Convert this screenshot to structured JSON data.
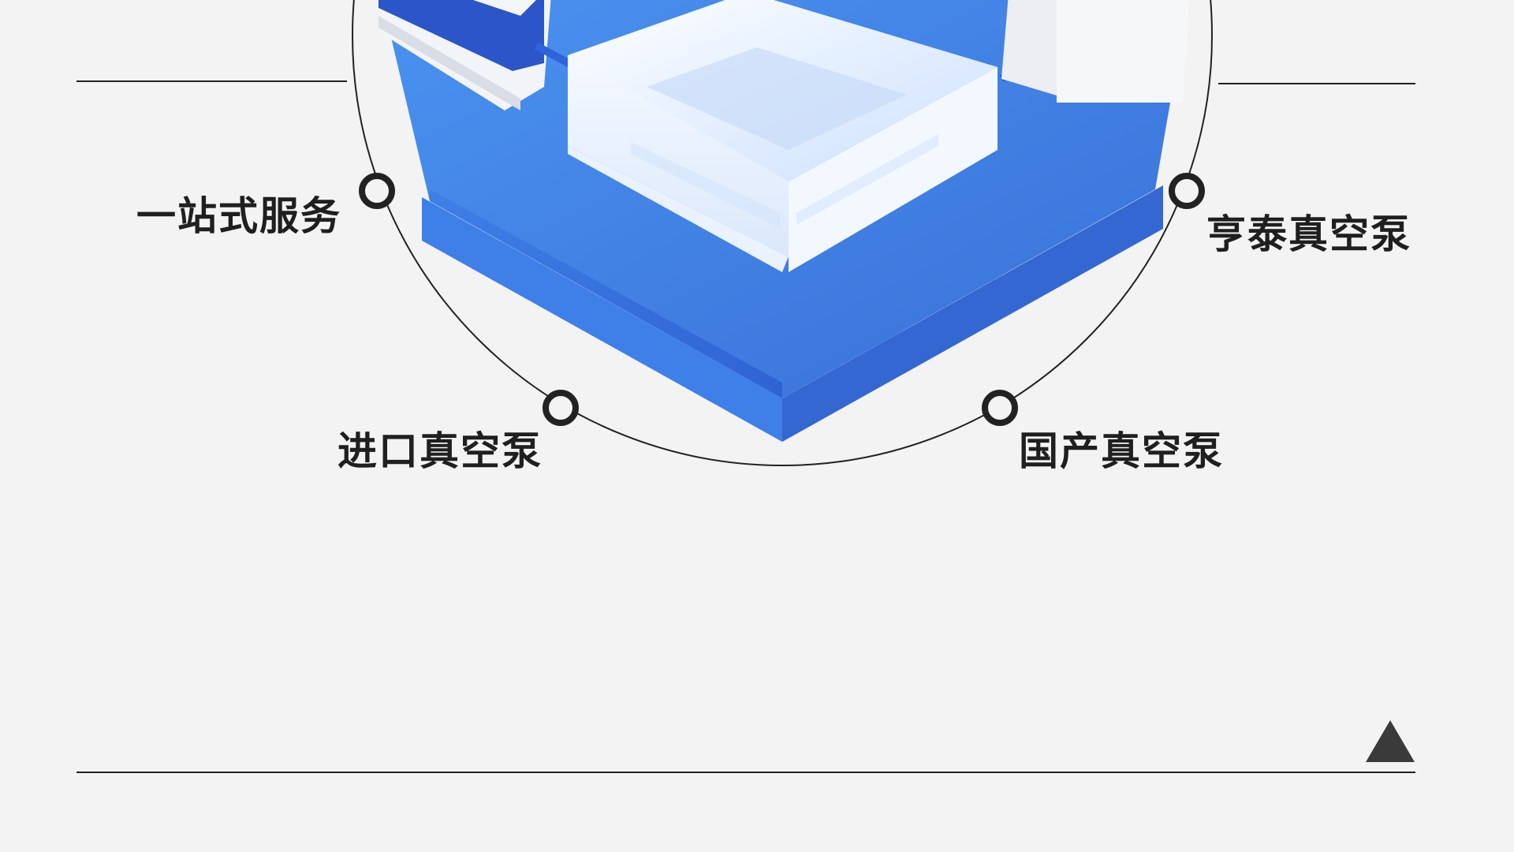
{
  "labels": {
    "one_stop_service": "一站式服务",
    "hengtai_vacuum_pump": "亨泰真空泵",
    "imported_vacuum_pump": "进口真空泵",
    "domestic_vacuum_pump": "国产真空泵"
  },
  "icons": {
    "scroll_top": "triangle-up-icon"
  },
  "colors": {
    "background": "#f3f3f3",
    "text": "#1f1f1f",
    "lines": "#222222",
    "platform_blue": "#3d7ee8",
    "block_white": "#f7fbff"
  }
}
